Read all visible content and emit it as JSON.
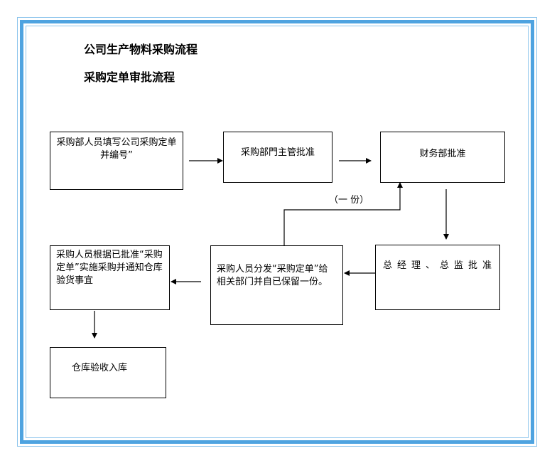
{
  "titles": {
    "main": "公司生产物料采购流程",
    "sub": "采购定单审批流程"
  },
  "boxes": {
    "fill_order": "采购部人员填写公司采购定单并编号”",
    "dept_approve": "采购部門主管批准",
    "finance_approve": "财务部批准",
    "gm_approve": "总经理、总监批准",
    "distribute": "采购人员分发“采购定单”给相关部门并自已保留一份。",
    "execute": "采购人员根据已批准“采购定单”实施采购并通知仓库验货事宜",
    "warehouse": "仓库验收入库"
  },
  "notes": {
    "one_copy": "（一 份）"
  }
}
